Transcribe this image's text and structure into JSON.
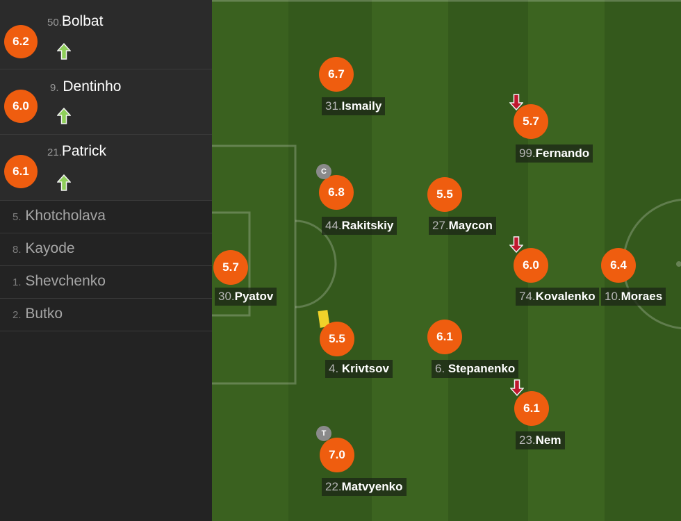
{
  "substitutes_on": [
    {
      "num": "50.",
      "name": "Bolbat",
      "rating": "6.2"
    },
    {
      "num": "9.",
      "name": "Dentinho",
      "rating": "6.0"
    },
    {
      "num": "21.",
      "name": "Patrick",
      "rating": "6.1"
    }
  ],
  "bench": [
    {
      "num": "5.",
      "name": "Khotcholava"
    },
    {
      "num": "8.",
      "name": "Kayode"
    },
    {
      "num": "1.",
      "name": "Shevchenko"
    },
    {
      "num": "2.",
      "name": "Butko"
    }
  ],
  "players": {
    "ismaily": {
      "num": "31.",
      "name": "Ismaily",
      "rating": "6.7"
    },
    "fernando": {
      "num": "99.",
      "name": "Fernando",
      "rating": "5.7"
    },
    "rakitskiy": {
      "num": "44.",
      "name": "Rakitskiy",
      "rating": "6.8",
      "badge": "C"
    },
    "maycon": {
      "num": "27.",
      "name": "Maycon",
      "rating": "5.5"
    },
    "pyatov": {
      "num": "30.",
      "name": "Pyatov",
      "rating": "5.7"
    },
    "kovalenko": {
      "num": "74.",
      "name": "Kovalenko",
      "rating": "6.0"
    },
    "moraes": {
      "num": "10.",
      "name": "Moraes",
      "rating": "6.4"
    },
    "krivtsov": {
      "num": "4. ",
      "name": "Krivtsov",
      "rating": "5.5"
    },
    "stepanenko": {
      "num": "6. ",
      "name": "Stepanenko",
      "rating": "6.1"
    },
    "nem": {
      "num": "23.",
      "name": "Nem",
      "rating": "6.1"
    },
    "matvyenko": {
      "num": "22.",
      "name": "Matvyenko",
      "rating": "7.0",
      "badge": "T"
    }
  },
  "colors": {
    "rating_bg": "#ef5d0f",
    "sub_on_arrow": "#8fcf5a",
    "sub_off_arrow": "#c0172e",
    "yellow_card": "#f0d22a",
    "pitch_light": "#3c6420",
    "pitch_dark": "#33561b"
  },
  "icons": {
    "sub_on": "up-arrow-icon",
    "sub_off": "down-arrow-icon",
    "card": "yellow-card-icon"
  }
}
